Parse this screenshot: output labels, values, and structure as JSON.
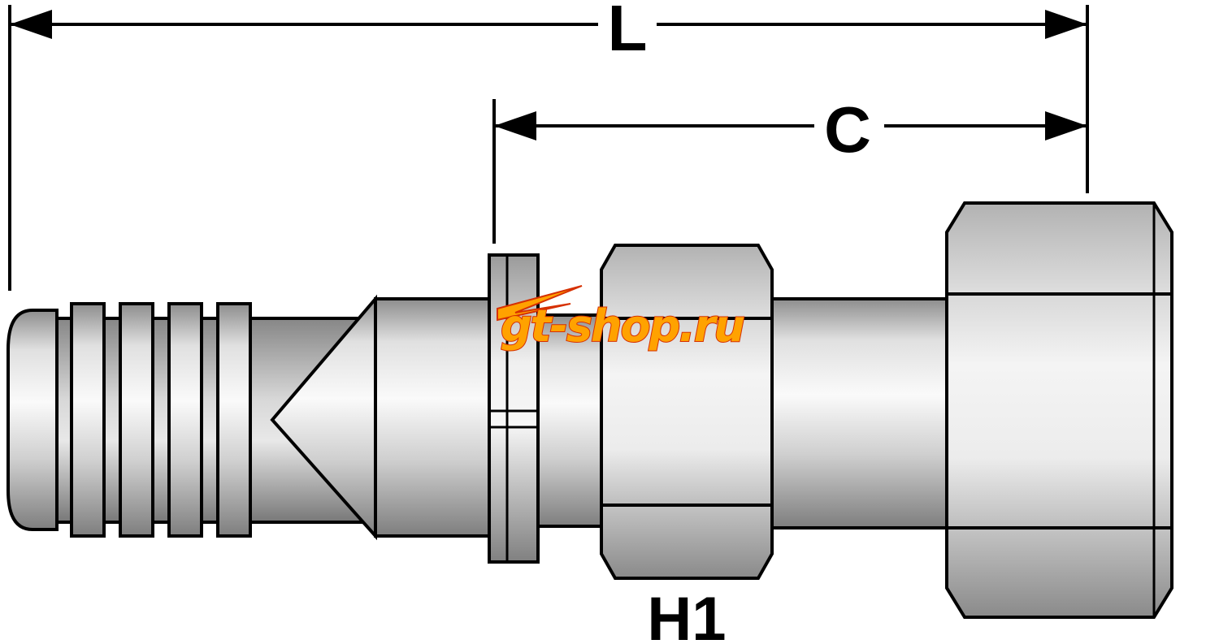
{
  "canvas": {
    "background": "#ffffff"
  },
  "colors": {
    "outline": "#000000",
    "watermark_fill": "#ffa200",
    "watermark_stroke": "#d63000"
  },
  "dimensions": {
    "overall_label": "L",
    "cutoff_label": "C"
  },
  "part": {
    "hex_label": "H1"
  },
  "watermark": {
    "text": "gt-shop.ru"
  }
}
